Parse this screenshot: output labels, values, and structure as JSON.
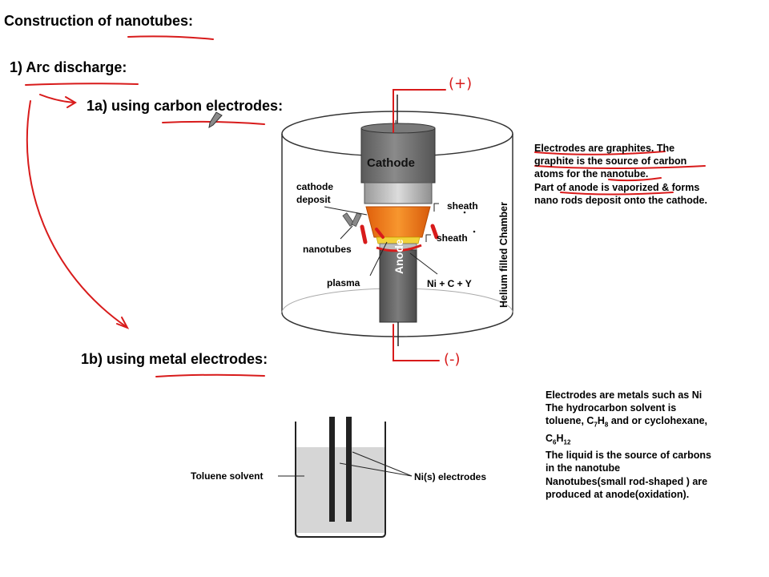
{
  "headings": {
    "title": "Construction of nanotubes:",
    "section1": "1) Arc discharge:",
    "sub_a": "1a) using carbon electrodes:",
    "sub_b": "1b) using metal electrodes:"
  },
  "annotations": {
    "plus": "(+)",
    "minus": "(-)"
  },
  "arc_diagram": {
    "cathode": "Cathode",
    "anode": "Anode",
    "cathode_deposit_1": "cathode",
    "cathode_deposit_2": "deposit",
    "sheath_top": "sheath",
    "sheath_bottom": "sheath",
    "nanotubes": "nanotubes",
    "plasma": "plasma",
    "mix": "Ni + C + Y",
    "chamber": "Helium filled Chamber"
  },
  "notes_a": {
    "line1": "Electrodes are graphites. The",
    "line2": "graphite is the source of carbon",
    "line3": "atoms for the nanotube.",
    "line4": "Part of anode is vaporized & forms",
    "line5": "nano rods deposit onto the cathode."
  },
  "beaker_diagram": {
    "solvent": "Toluene solvent",
    "electrodes": "Ni(s) electrodes"
  },
  "notes_b": {
    "line1": "Electrodes are metals such as Ni",
    "line2": "The hydrocarbon solvent is",
    "line3a": "toluene, C",
    "s1": "7",
    "line3b": "H",
    "s2": "8",
    "line3c": " and or cyclohexane,",
    "line4a": "C",
    "s3": "6",
    "line4b": "H",
    "s4": "12",
    "line5": "The liquid is the source of carbons",
    "line6": "in the nanotube",
    "line7": "Nanotubes(small rod-shaped ) are",
    "line8": "produced at anode(oxidation)."
  },
  "colors": {
    "ink_red": "#d81b1b",
    "cathode_gray": "#6b6b6b",
    "orange": "#f07d1a",
    "liquid": "#d6d6d6"
  }
}
